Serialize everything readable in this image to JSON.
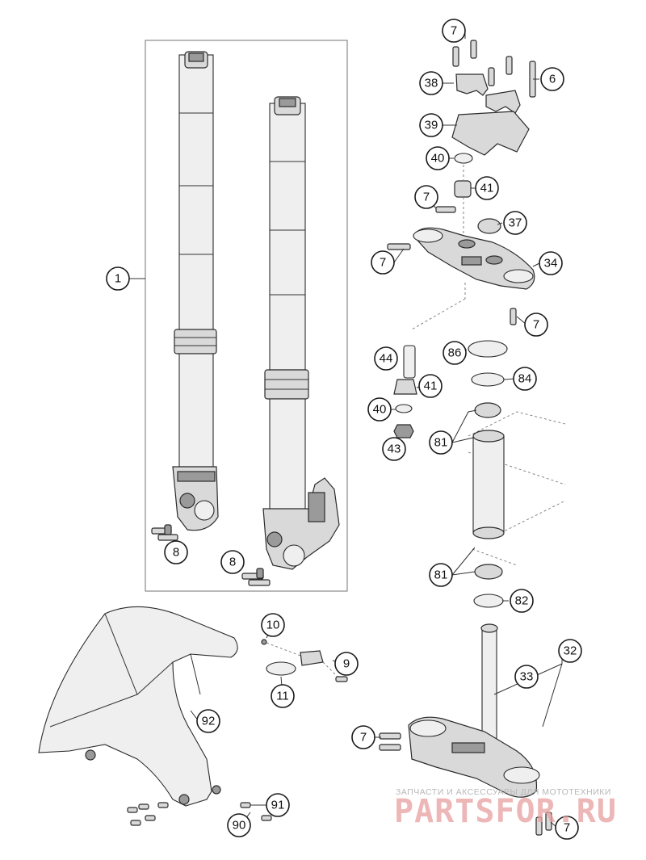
{
  "callouts": {
    "c1": "1",
    "c6": "6",
    "c7a": "7",
    "c7b": "7",
    "c7c": "7",
    "c7d": "7",
    "c7e": "7",
    "c7f": "7",
    "c8a": "8",
    "c8b": "8",
    "c9": "9",
    "c10": "10",
    "c11": "11",
    "c32": "32",
    "c33": "33",
    "c34": "34",
    "c37": "37",
    "c38": "38",
    "c39": "39",
    "c40a": "40",
    "c40b": "40",
    "c41a": "41",
    "c41b": "41",
    "c43": "43",
    "c44": "44",
    "c81a": "81",
    "c81b": "81",
    "c82": "82",
    "c84": "84",
    "c86": "86",
    "c90": "90",
    "c91": "91",
    "c92": "92"
  },
  "watermark": {
    "tagline": "ЗАПЧАСТИ И АКСЕССУАРЫ ДЛЯ МОТОТЕХНИКИ",
    "brand": "PARTSFOR.RU"
  },
  "colors": {
    "line": "#2a2a2a",
    "part_fill": "#d9d9d9",
    "watermark": "#e8a0a0"
  }
}
